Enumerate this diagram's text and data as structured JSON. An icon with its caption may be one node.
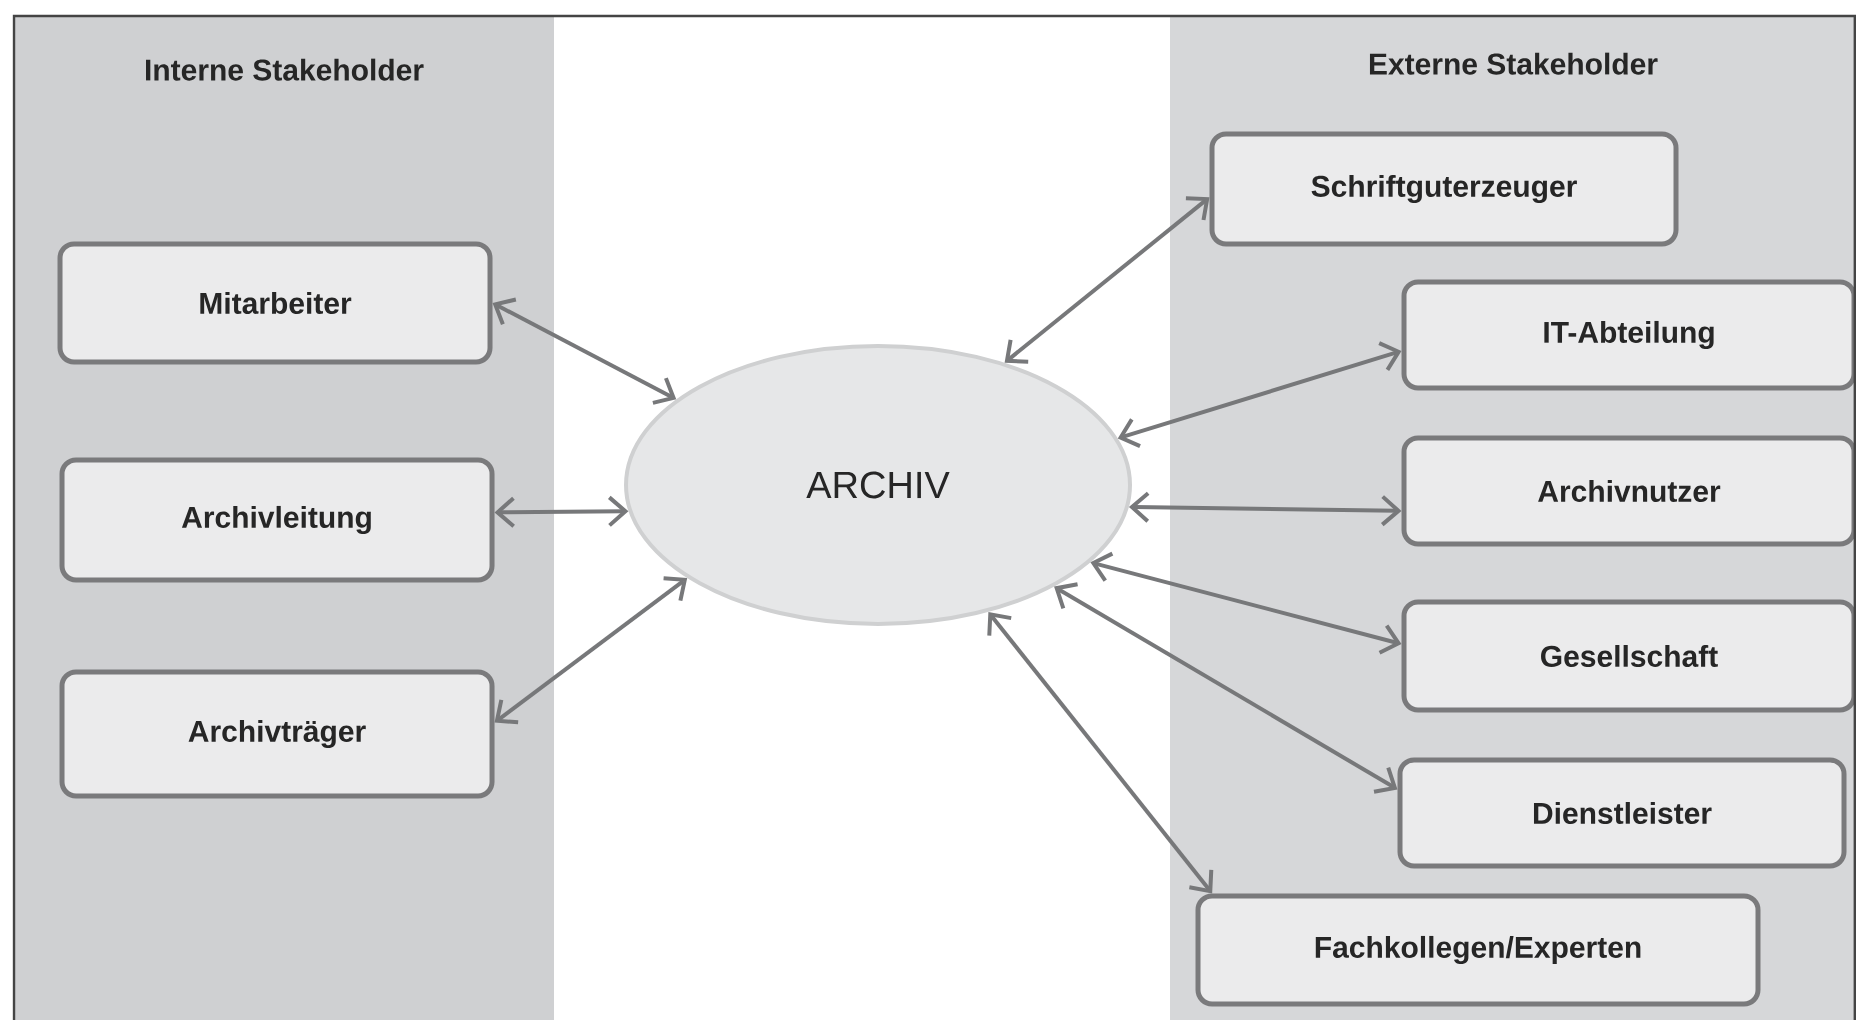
{
  "diagram": {
    "nodes": [
      {
        "text": [
          "Interne Stakeholder"
        ]
      },
      {
        "text": [
          "Mitarbeiter"
        ],
        "in": 0
      },
      {
        "text": [
          "Archivleitung"
        ],
        "in": 0
      },
      {
        "text": [
          "Archivträger"
        ],
        "in": 0
      },
      {
        "text": [
          "ARCHIV"
        ]
      },
      {
        "text": [
          "Externe Stakeholder"
        ]
      },
      {
        "text": [
          "Schriftguterzeuger"
        ],
        "in": 5
      },
      {
        "text": [
          "IT-Abteilung"
        ],
        "in": 5
      },
      {
        "text": [
          "Archivnutzer"
        ],
        "in": 5
      },
      {
        "text": [
          "Gesellschaft"
        ],
        "in": 5
      },
      {
        "text": [
          "Dienstleister"
        ],
        "in": 5
      },
      {
        "text": [
          "Fachkollegen/Experten"
        ],
        "in": 5
      }
    ],
    "edges": [
      {
        "from": 1,
        "to": 4,
        "arrow": "both"
      },
      {
        "from": 2,
        "to": 4,
        "arrow": "both"
      },
      {
        "from": 3,
        "to": 4,
        "arrow": "both"
      },
      {
        "from": 4,
        "to": 6,
        "arrow": "both"
      },
      {
        "from": 4,
        "to": 7,
        "arrow": "both"
      },
      {
        "from": 4,
        "to": 8,
        "arrow": "both"
      },
      {
        "from": 4,
        "to": 9,
        "arrow": "both"
      },
      {
        "from": 4,
        "to": 10,
        "arrow": "both"
      },
      {
        "from": 4,
        "to": 11,
        "arrow": "both"
      }
    ]
  }
}
